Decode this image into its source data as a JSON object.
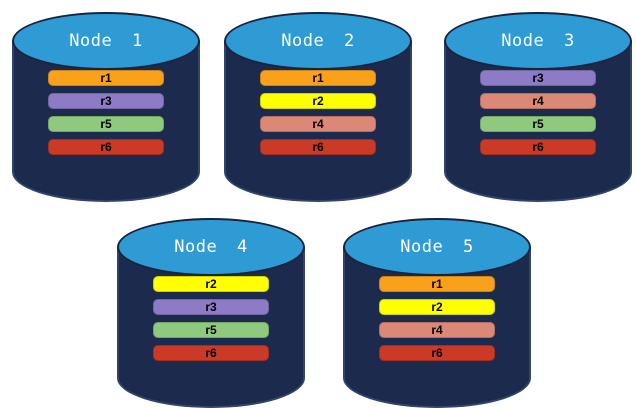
{
  "diagram": {
    "nodes": [
      {
        "label": "Node 1",
        "replicas": [
          "r1",
          "r3",
          "r5",
          "r6"
        ]
      },
      {
        "label": "Node 2",
        "replicas": [
          "r1",
          "r2",
          "r4",
          "r6"
        ]
      },
      {
        "label": "Node 3",
        "replicas": [
          "r3",
          "r4",
          "r5",
          "r6"
        ]
      },
      {
        "label": "Node 4",
        "replicas": [
          "r2",
          "r3",
          "r5",
          "r6"
        ]
      },
      {
        "label": "Node 5",
        "replicas": [
          "r1",
          "r2",
          "r4",
          "r6"
        ]
      }
    ]
  },
  "colors": {
    "theme": {
      "bg": "#ffffff",
      "body": "#1C2B4D",
      "top": "#2E9BD5",
      "top-border": "#17243F",
      "edge": "#31446C",
      "label-text": "#ffffff",
      "bar-text": "#000000"
    },
    "replicas": {
      "r1": "#F9A11B",
      "r2": "#FFFF00",
      "r3": "#8D7BC6",
      "r4": "#DB8877",
      "r5": "#8FC97E",
      "r6": "#CB3927"
    }
  }
}
